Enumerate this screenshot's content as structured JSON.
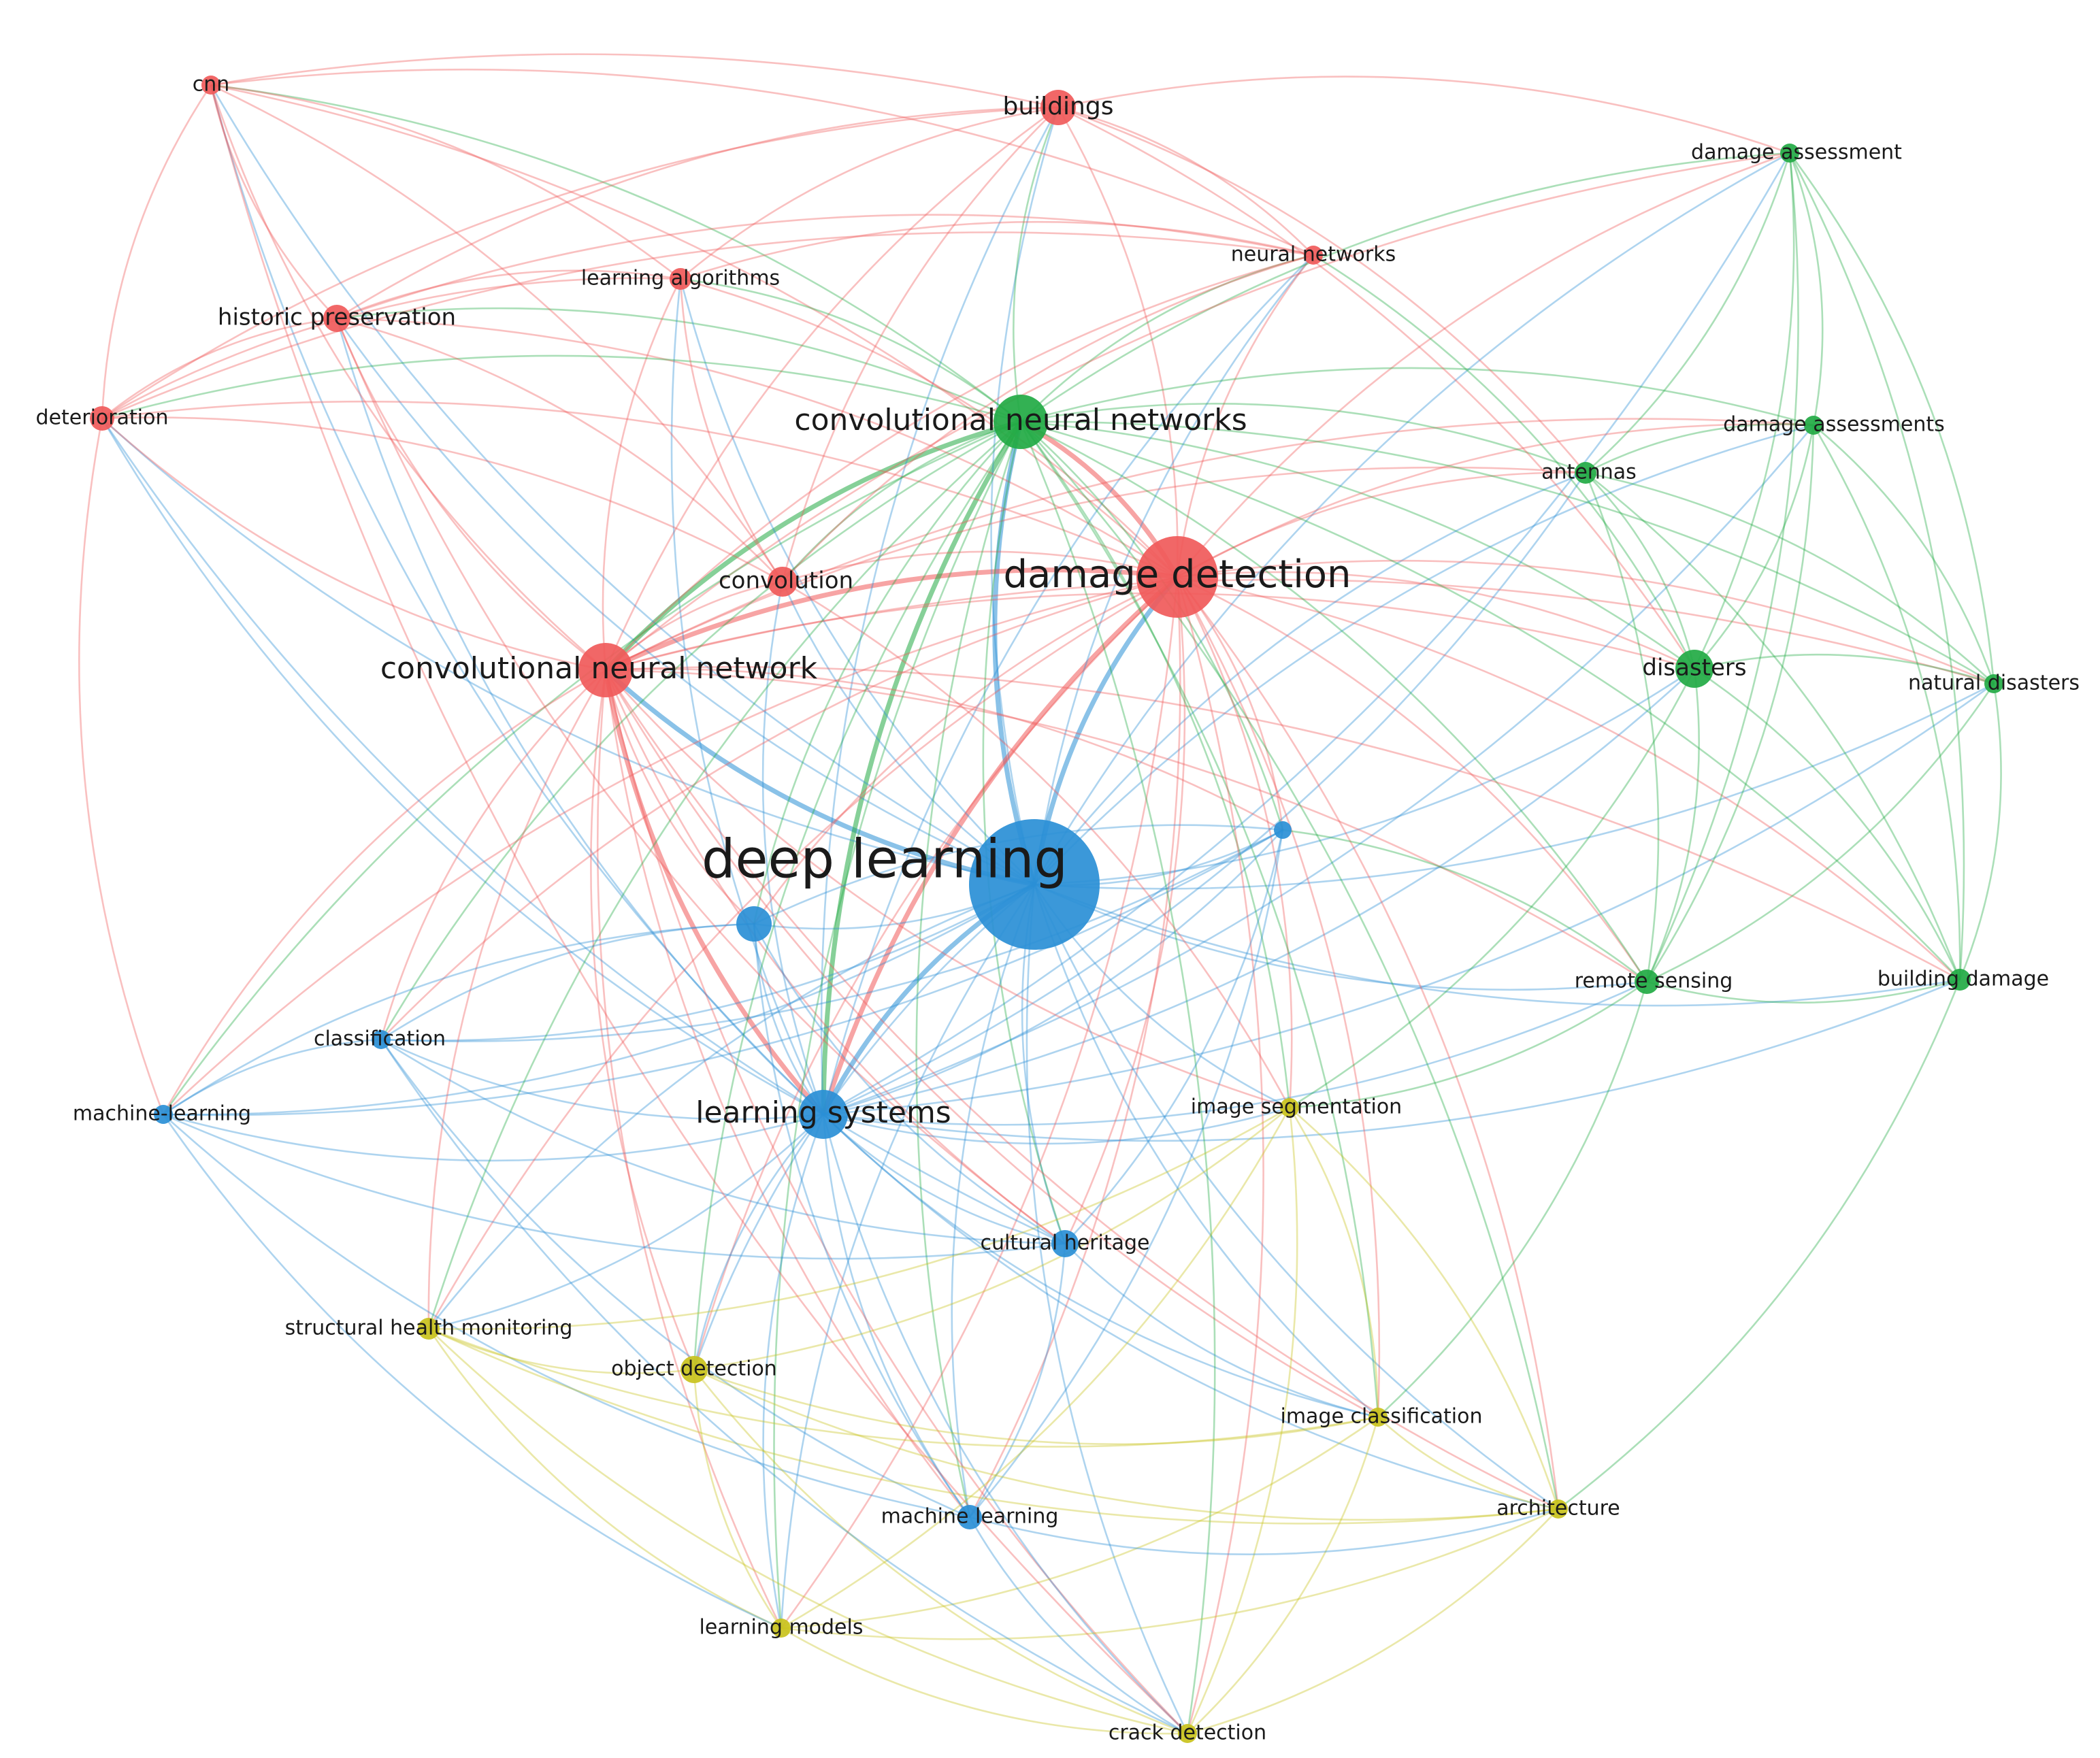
{
  "colors": {
    "red": "#f05a5a",
    "green": "#22aa44",
    "blue": "#2a8fd6",
    "yellow": "#c9c21c"
  },
  "nodes": [
    {
      "id": "deep_learning",
      "label": "deep learning",
      "cluster": "blue",
      "weight": 10
    },
    {
      "id": "damage_detection",
      "label": "damage detection",
      "cluster": "red",
      "weight": 6
    },
    {
      "id": "cnn_networks",
      "label": "convolutional neural networks",
      "cluster": "green",
      "weight": 4
    },
    {
      "id": "cnn_network",
      "label": "convolutional neural network",
      "cluster": "red",
      "weight": 4
    },
    {
      "id": "learning_systems",
      "label": "learning systems",
      "cluster": "blue",
      "weight": 3
    },
    {
      "id": "buildings",
      "label": "buildings",
      "cluster": "red",
      "weight": 2.5
    },
    {
      "id": "disasters",
      "label": "disasters",
      "cluster": "green",
      "weight": 2.5
    },
    {
      "id": "convolution",
      "label": "convolution",
      "cluster": "red",
      "weight": 2
    },
    {
      "id": "historic_preservation",
      "label": "historic preservation",
      "cluster": "red",
      "weight": 2
    },
    {
      "id": "cnn",
      "label": "cnn",
      "cluster": "red",
      "weight": 1.4
    },
    {
      "id": "learning_algorithms",
      "label": "learning algorithms",
      "cluster": "red",
      "weight": 1.4
    },
    {
      "id": "neural_networks",
      "label": "neural networks",
      "cluster": "red",
      "weight": 1.3
    },
    {
      "id": "deterioration",
      "label": "deterioration",
      "cluster": "red",
      "weight": 1.6
    },
    {
      "id": "damage_assessment",
      "label": "damage assessment",
      "cluster": "green",
      "weight": 1.4
    },
    {
      "id": "damage_assessments",
      "label": "damage assessments",
      "cluster": "green",
      "weight": 1.4
    },
    {
      "id": "antennas",
      "label": "antennas",
      "cluster": "green",
      "weight": 1.6
    },
    {
      "id": "natural_disasters",
      "label": "natural disasters",
      "cluster": "green",
      "weight": 1.4
    },
    {
      "id": "remote_sensing",
      "label": "remote sensing",
      "cluster": "green",
      "weight": 1.8
    },
    {
      "id": "building_damage",
      "label": "building damage",
      "cluster": "green",
      "weight": 1.6
    },
    {
      "id": "unlabeled_blue_1",
      "label": "",
      "cluster": "blue",
      "weight": 2.5
    },
    {
      "id": "unlabeled_blue_2",
      "label": "",
      "cluster": "blue",
      "weight": 1.3
    },
    {
      "id": "classification",
      "label": "classification",
      "cluster": "blue",
      "weight": 1.4
    },
    {
      "id": "machine_learning_left",
      "label": "machine-learning",
      "cluster": "blue",
      "weight": 1.4
    },
    {
      "id": "cultural_heritage",
      "label": "cultural heritage",
      "cluster": "blue",
      "weight": 2
    },
    {
      "id": "machine_learning",
      "label": "machine learning",
      "cluster": "blue",
      "weight": 1.8
    },
    {
      "id": "image_segmentation",
      "label": "image segmentation",
      "cluster": "yellow",
      "weight": 1.4
    },
    {
      "id": "structural_health",
      "label": "structural health monitoring",
      "cluster": "yellow",
      "weight": 1.6
    },
    {
      "id": "object_detection",
      "label": "object detection",
      "cluster": "yellow",
      "weight": 2
    },
    {
      "id": "image_classification",
      "label": "image classification",
      "cluster": "yellow",
      "weight": 1.4
    },
    {
      "id": "architecture",
      "label": "architecture",
      "cluster": "yellow",
      "weight": 1.4
    },
    {
      "id": "learning_models",
      "label": "learning models",
      "cluster": "yellow",
      "weight": 1.4
    },
    {
      "id": "crack_detection",
      "label": "crack detection",
      "cluster": "yellow",
      "weight": 1.4
    }
  ]
}
